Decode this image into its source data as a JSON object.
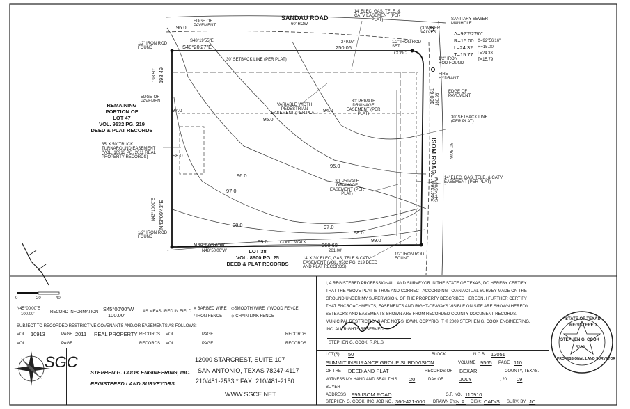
{
  "plat": {
    "street_north": "SANDAU ROAD",
    "street_north_row": "60' ROW",
    "street_east": "ISOM ROAD",
    "street_east_row": "60' ROW",
    "remaining_portion": [
      "REMAINING",
      "PORTION OF",
      "LOT 47",
      "VOL. 9532 PG. 219",
      "DEED & PLAT RECORDS"
    ],
    "lot38": [
      "LOT 38",
      "VOL. 8600 PG. 25",
      "DEED & PLAT RECORDS"
    ],
    "north_bearing": "S48°20'27\"E",
    "north_bearing_record": "S48°19'55\"E",
    "north_distance": "250.06'",
    "north_distance_record": "249.97'",
    "south_bearing": "N48°50'36\"W",
    "south_bearing_record": "N48°50'00\"W",
    "south_distance": "260.68'",
    "south_distance_record": "261.00'",
    "west_bearing": "N43°09'43\"E",
    "west_bearing_record": "N43°10'00\"E",
    "west_distance": "198.49'",
    "west_distance_record": "198.50'",
    "east_bearing": "S44°36'01\"W",
    "east_bearing_record": "S44°45'00\"W",
    "east_distance": "180.61'",
    "east_distance_record": "180.96'",
    "curve": [
      "Δ=92°52'50\"",
      "R=15.00",
      "L=24.32",
      "T=15.77"
    ],
    "curve_record": [
      "Δ=92°56'16\"",
      "R=15.00",
      "L=24.33",
      "T=15.79"
    ],
    "notes": {
      "iron_rod_found": "1/2\" IRON ROD FOUND",
      "iron_rod_set": "1/2\" IRON ROD SET",
      "edge_pavement": "EDGE OF PAVEMENT",
      "setback_north": "30' SETBACK LINE (PER PLAT)",
      "setback_east": "30' SETBACK LINE (PER PLAT)",
      "ped_easement": "VARIABLE WIDTH PEDESTRIAN EASEMENT (PER PLAT)",
      "drainage_easement": "30' PRIVATE DRAINAGE EASEMENT (PER PLAT)",
      "elec_easement_north": "14' ELEC, GAS, TELE, & CATV EASEMENT (PER PLAT)",
      "elec_easement_east": "14' ELEC, GAS, TELE, & CATV EASEMENT (PER PLAT)",
      "elec_easement_south": "14' X 30' ELEC, GAS, TELE & CATV EASEMENT (VOL. 9532 PG. 219 DEED AND PLAT RECORDS)",
      "truck_easement": "35' X 50' TRUCK TURNAROUND EASEMENT (VOL. 10913 PG. 2011 REAL PROPERTY RECORDS)",
      "sewer_manhole": "SANITARY SEWER MANHOLE",
      "water_valves": "(3)WATER VALVES",
      "fire_hydrant": "FIRE HYDRANT",
      "conc_walk": "CONC. WALK",
      "conc": "CONC."
    },
    "contours": [
      "96.0",
      "95.0",
      "94.0",
      "97.0",
      "98.0",
      "99.0"
    ],
    "scale": [
      "0",
      "20",
      "40"
    ]
  },
  "legend": {
    "basis_bearing": "N45°00'00\"E",
    "basis_distance": "100.00'",
    "record_information": "RECORD INFORMATION",
    "measured": "S45°00'00\"W",
    "measured_distance": "100.00'",
    "as_measured": "AS MEASURED IN FIELD",
    "barbed_wire": "X BARBED WIRE",
    "smooth_wire": "◇SMOOTH WIRE",
    "wood_fence": "/ WOOD FENCE",
    "iron_fence": "° IRON FENCE",
    "chain_link": "◇ CHAIN LINK FENCE"
  },
  "restrictions": {
    "heading": "SUBJECT TO RECORDED RESTRICTIVE COVENANTS AND/OR EASEMENTS AS FOLLOWS:",
    "vol": "10913",
    "page": "2011",
    "records": "REAL PROPERTY",
    "vol_label": "VOL.",
    "page_label": "PAGE",
    "records_label": "RECORDS"
  },
  "certification": {
    "text": "I, A REGISTERED PROFESSIONAL LAND SURVEYOR IN THE STATE OF TEXAS, DO HEREBY CERTIFY THAT THE ABOVE PLAT IS TRUE AND CORRECT ACCORDING TO AN ACTUAL SURVEY MADE ON THE GROUND UNDER MY SUPERVISION, OF THE PROPERTY DESCRIBED HEREON. I FURTHER CERTIFY THAT ENCROACHMENTS, EASEMENTS AND RIGHT-OF-WAYS VISIBLE ON SITE ARE SHOWN HEREON. SETBACKS AND EASEMENTS SHOWN ARE FROM RECORDED COUNTY DOCUMENT RECORDS. MUNICIPAL RESTRICTIONS ARE NOT SHOWN. COPYRIGHT © 2009 STEPHEN G. COOK ENGINEERING, INC. ALL RIGHTS RESERVED",
    "signer": "STEPHEN G. COOK, R.P.L.S.",
    "signature": "Stephen G. Cook"
  },
  "seal": {
    "top": "STATE OF TEXAS",
    "registered": "REGISTERED",
    "name": "STEPHEN G. COOK",
    "number": "5293",
    "bottom": "PROFESSIONAL LAND SURVEYOR"
  },
  "company": {
    "logo": "SGC",
    "name": "STEPHEN G. COOK ENGINEERING, INC.",
    "tagline": "REGISTERED LAND SURVEYORS",
    "address1": "12000 STARCREST, SUITE 107",
    "address2": "SAN ANTONIO, TEXAS 78247-4117",
    "phone": "210/481-2533 * FAX: 210/481-2150",
    "web": "WWW.SGCE.NET"
  },
  "title_block": {
    "lot": "50",
    "block": "",
    "ncb": "12051",
    "subdivision": "SUMMIT INSURANCE GROUP SUBDIVISION",
    "volume": "9565",
    "page": "110",
    "of_the": "DEED AND PLAT",
    "county": "BEXAR",
    "day": "20",
    "month": "JULY",
    "year": "09",
    "buyer": "",
    "address": "995 ISOM ROAD",
    "gf_no": "110910",
    "job_no": "360-421-000",
    "drawn_by": "N.A.",
    "disk": "CAD/S",
    "surv_by": "JC",
    "labels": {
      "lot": "LOT(S)",
      "block": "BLOCK",
      "ncb": "N.C.B.",
      "volume": "VOLUME",
      "page": "PAGE",
      "of_the": "OF THE",
      "records_of": "RECORDS OF",
      "county_texas": "COUNTY, TEXAS.",
      "witness": "WITNESS MY HAND AND SEAL THIS",
      "day": "DAY OF",
      "year": ", 20",
      "buyer": "BUYER",
      "address": "ADDRESS",
      "gf": "G.F. NO.",
      "footer": "STEPHEN G. COOK, INC.",
      "job": "JOB NO.",
      "drawn": "DRAWN BY:",
      "disk": "DISK:",
      "surv": "SURV. BY"
    }
  }
}
